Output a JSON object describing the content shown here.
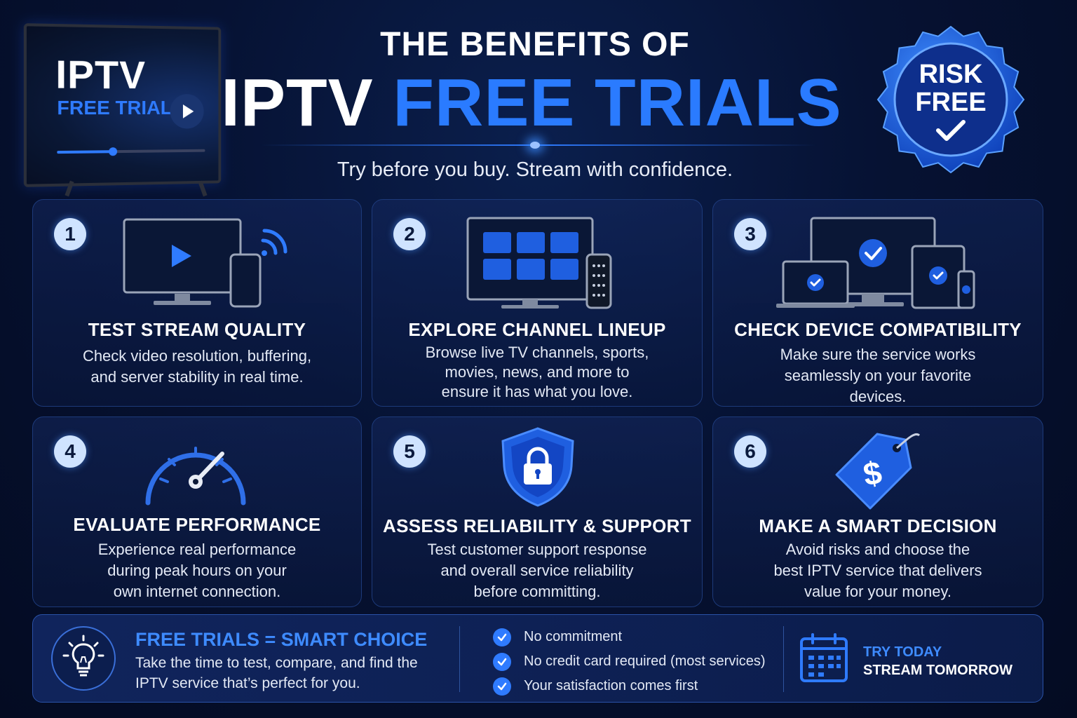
{
  "tv": {
    "title": "IPTV",
    "subtitle": "FREE TRIAL",
    "progress": 0.37
  },
  "header": {
    "line1": "THE BENEFITS OF",
    "line2_white": "IPTV",
    "line2_blue": "FREE TRIALS",
    "tagline": "Try before you buy. Stream with confidence."
  },
  "badge": {
    "line1": "RISK",
    "line2": "FREE"
  },
  "colors": {
    "accent": "#2a7bff",
    "background": "#061233",
    "card_border": "#1d3a7a"
  },
  "cards": [
    {
      "number": "1",
      "title": "TEST STREAM QUALITY",
      "icon": "tv-phone-wifi-icon",
      "desc": [
        "Check video resolution, buffering,",
        "and server stability in real time."
      ]
    },
    {
      "number": "2",
      "title": "EXPLORE CHANNEL LINEUP",
      "icon": "channel-grid-remote-icon",
      "desc": [
        "Browse live TV channels, sports,",
        "movies, news, and more to",
        "ensure it has what you love."
      ]
    },
    {
      "number": "3",
      "title": "CHECK DEVICE COMPATIBILITY",
      "icon": "multi-device-icon",
      "desc": [
        "Make sure the service works",
        "seamlessly on your favorite",
        "devices."
      ]
    },
    {
      "number": "4",
      "title": "EVALUATE PERFORMANCE",
      "icon": "speedometer-icon",
      "desc": [
        "Experience real performance",
        "during peak hours on your",
        "own internet connection."
      ]
    },
    {
      "number": "5",
      "title": "ASSESS RELIABILITY & SUPPORT",
      "icon": "shield-lock-icon",
      "desc": [
        "Test customer support response",
        "and overall service reliability",
        "before committing."
      ]
    },
    {
      "number": "6",
      "title": "MAKE A SMART DECISION",
      "icon": "price-tag-icon",
      "desc": [
        "Avoid risks and choose the",
        "best IPTV service that delivers",
        "value for your money."
      ]
    }
  ],
  "bottom": {
    "title": "FREE TRIALS = SMART CHOICE",
    "desc": [
      "Take the time to test, compare, and find the",
      "IPTV service that’s perfect for you."
    ],
    "checks": [
      "No commitment",
      "No credit card required (most services)",
      "Your satisfaction comes first"
    ],
    "cta_line1": "TRY TODAY",
    "cta_line2": "STREAM TOMORROW"
  }
}
